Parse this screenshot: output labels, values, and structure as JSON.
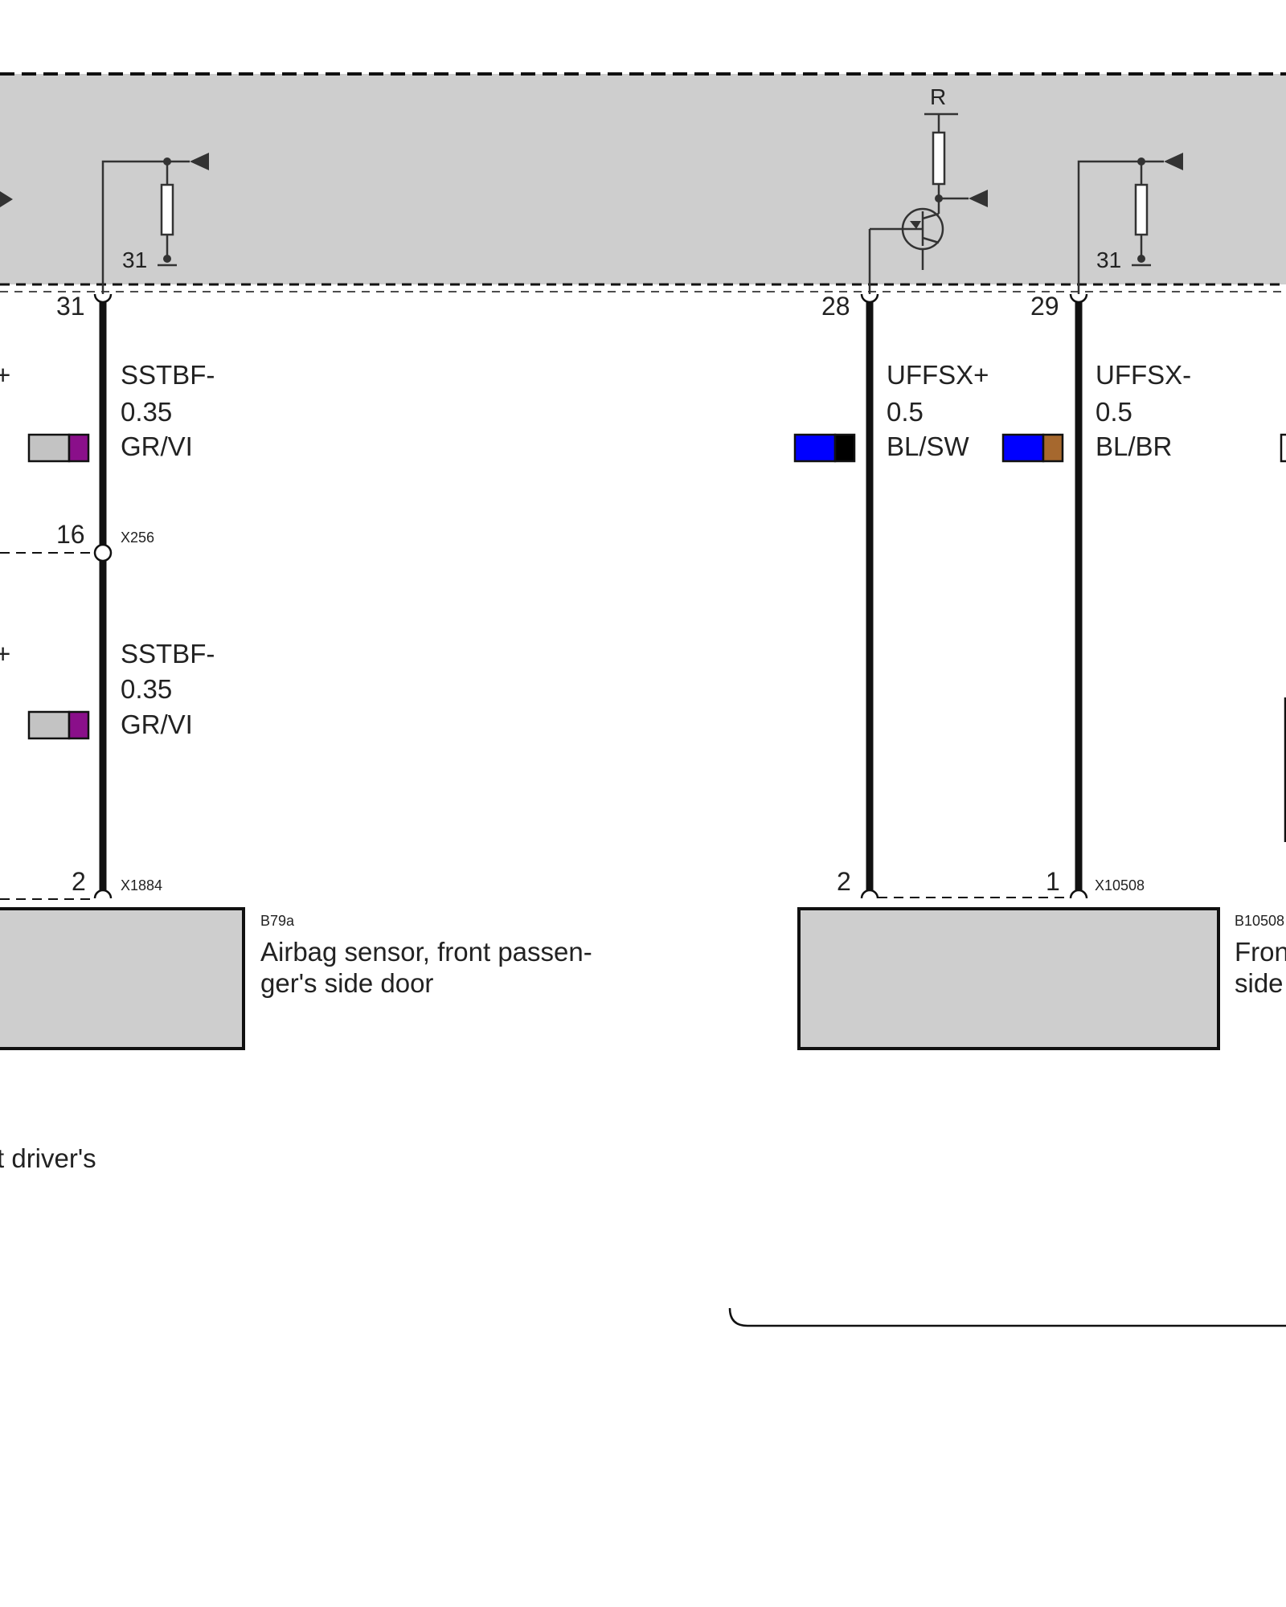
{
  "colors": {
    "module_fill": "#cecece",
    "component_fill": "#cecece",
    "wire": "#111111",
    "gray": "#c3c3c3",
    "violet": "#8a0f8a",
    "blue": "#0000ff",
    "black": "#000000",
    "brown": "#a6682e"
  },
  "module": {
    "ground_left": "31",
    "ground_right": "31",
    "resistor_label": "R",
    "edge_mark_left": "+",
    "edge_mark_left_lower": "+"
  },
  "pins": {
    "p31": "31",
    "p28": "28",
    "p29": "29",
    "p16": "16",
    "p2_left": "2",
    "p2_right": "2",
    "p1": "1"
  },
  "connectors": {
    "x256": "X256",
    "x1884": "X1884",
    "x10508": "X10508"
  },
  "wires": {
    "sstbf_upper": {
      "signal": "SSTBF-",
      "gauge": "0.35",
      "color": "GR/VI"
    },
    "sstbf_lower": {
      "signal": "SSTBF-",
      "gauge": "0.35",
      "color": "GR/VI"
    },
    "uffsx_plus": {
      "signal": "UFFSX+",
      "gauge": "0.5",
      "color": "BL/SW"
    },
    "uffsx_minus": {
      "signal": "UFFSX-",
      "gauge": "0.5",
      "color": "BL/BR"
    }
  },
  "components": {
    "b79a": {
      "id": "B79a",
      "name_line1": "Airbag sensor, front passen-",
      "name_line2": "ger's side door"
    },
    "b10508": {
      "id": "B10508",
      "name_line1": "Fron",
      "name_line2": "side"
    }
  },
  "footnote": "t driver's"
}
